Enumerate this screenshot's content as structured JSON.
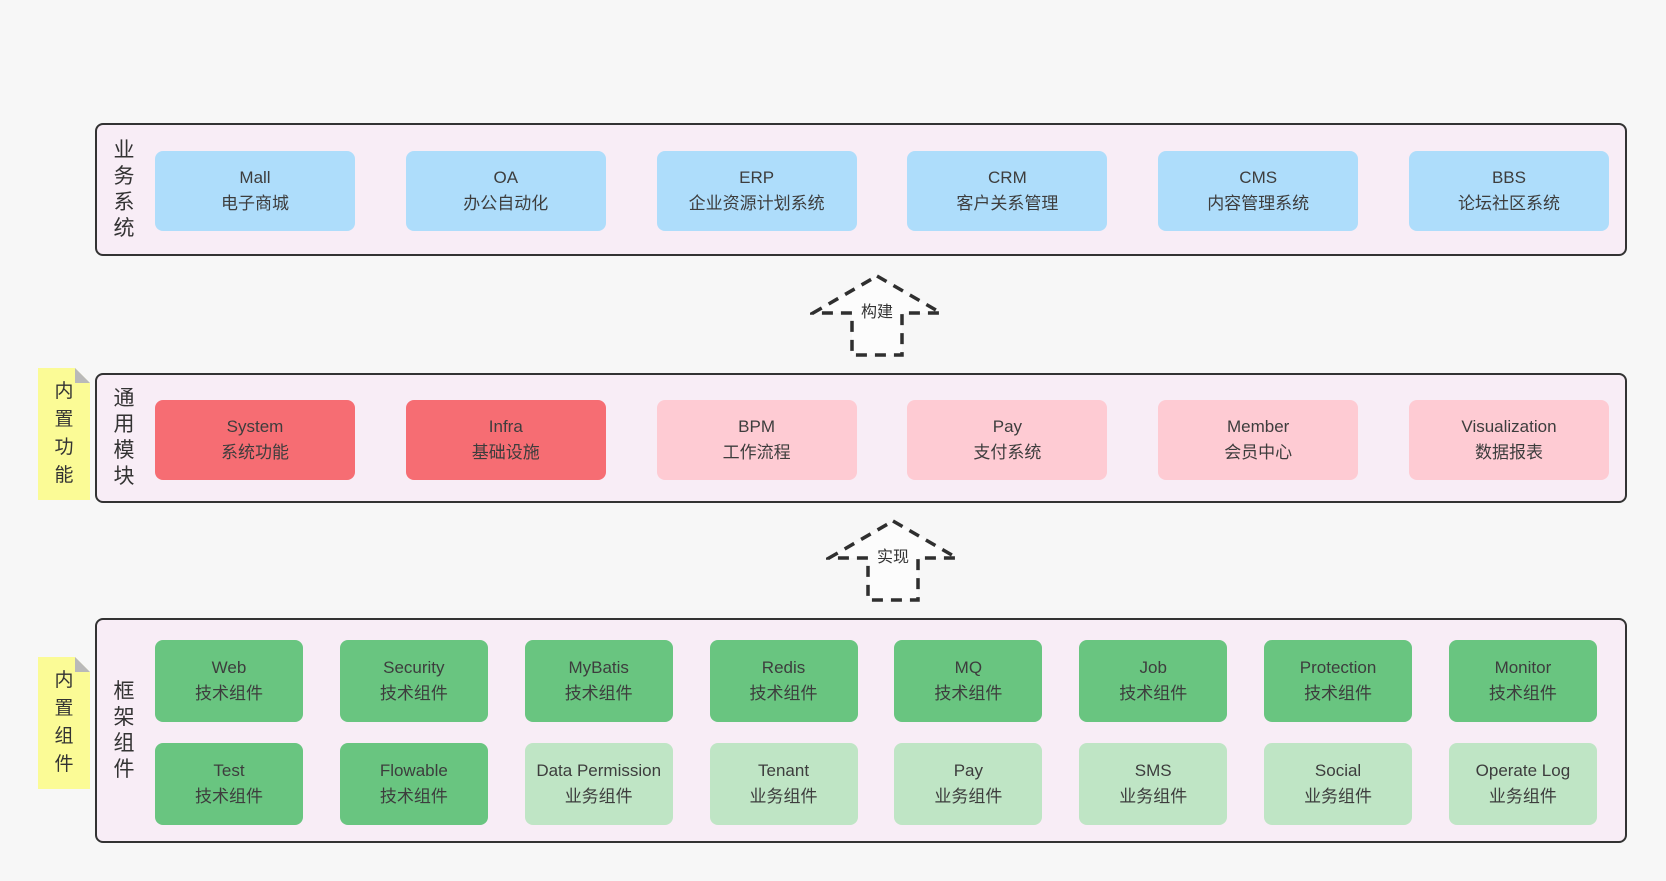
{
  "colors": {
    "page_bg": "#f7f7f7",
    "panel_bg": "#f8edf6",
    "panel_border": "#333333",
    "blue": "#aeddfb",
    "red": "#f66d73",
    "pink": "#fecbd3",
    "green": "#69c580",
    "green_light": "#bfe5c5",
    "note_bg": "#fbfb96",
    "note_fold": "#b9b9b9",
    "arrow_stroke": "#2f2f2f",
    "text": "#3d3d3d"
  },
  "sections": [
    {
      "label": "业务系统",
      "rows": [
        [
          {
            "en": "Mall",
            "zh": "电子商城",
            "variant": "blue"
          },
          {
            "en": "OA",
            "zh": "办公自动化",
            "variant": "blue"
          },
          {
            "en": "ERP",
            "zh": "企业资源计划系统",
            "variant": "blue"
          },
          {
            "en": "CRM",
            "zh": "客户关系管理",
            "variant": "blue"
          },
          {
            "en": "CMS",
            "zh": "内容管理系统",
            "variant": "blue"
          },
          {
            "en": "BBS",
            "zh": "论坛社区系统",
            "variant": "blue"
          }
        ]
      ]
    },
    {
      "label": "通用模块",
      "note": "内置功能",
      "rows": [
        [
          {
            "en": "System",
            "zh": "系统功能",
            "variant": "red"
          },
          {
            "en": "Infra",
            "zh": "基础设施",
            "variant": "red"
          },
          {
            "en": "BPM",
            "zh": "工作流程",
            "variant": "pink"
          },
          {
            "en": "Pay",
            "zh": "支付系统",
            "variant": "pink"
          },
          {
            "en": "Member",
            "zh": "会员中心",
            "variant": "pink"
          },
          {
            "en": "Visualization",
            "zh": "数据报表",
            "variant": "pink"
          }
        ]
      ]
    },
    {
      "label": "框架组件",
      "note": "内置组件",
      "rows": [
        [
          {
            "en": "Web",
            "zh": "技术组件",
            "variant": "green"
          },
          {
            "en": "Security",
            "zh": "技术组件",
            "variant": "green"
          },
          {
            "en": "MyBatis",
            "zh": "技术组件",
            "variant": "green"
          },
          {
            "en": "Redis",
            "zh": "技术组件",
            "variant": "green"
          },
          {
            "en": "MQ",
            "zh": "技术组件",
            "variant": "green"
          },
          {
            "en": "Job",
            "zh": "技术组件",
            "variant": "green"
          },
          {
            "en": "Protection",
            "zh": "技术组件",
            "variant": "green"
          },
          {
            "en": "Monitor",
            "zh": "技术组件",
            "variant": "green"
          }
        ],
        [
          {
            "en": "Test",
            "zh": "技术组件",
            "variant": "green"
          },
          {
            "en": "Flowable",
            "zh": "技术组件",
            "variant": "green"
          },
          {
            "en": "Data Permission",
            "zh": "业务组件",
            "variant": "green_light"
          },
          {
            "en": "Tenant",
            "zh": "业务组件",
            "variant": "green_light"
          },
          {
            "en": "Pay",
            "zh": "业务组件",
            "variant": "green_light"
          },
          {
            "en": "SMS",
            "zh": "业务组件",
            "variant": "green_light"
          },
          {
            "en": "Social",
            "zh": "业务组件",
            "variant": "green_light"
          },
          {
            "en": "Operate Log",
            "zh": "业务组件",
            "variant": "green_light"
          }
        ]
      ]
    }
  ],
  "arrows": [
    {
      "label": "构建"
    },
    {
      "label": "实现"
    }
  ]
}
